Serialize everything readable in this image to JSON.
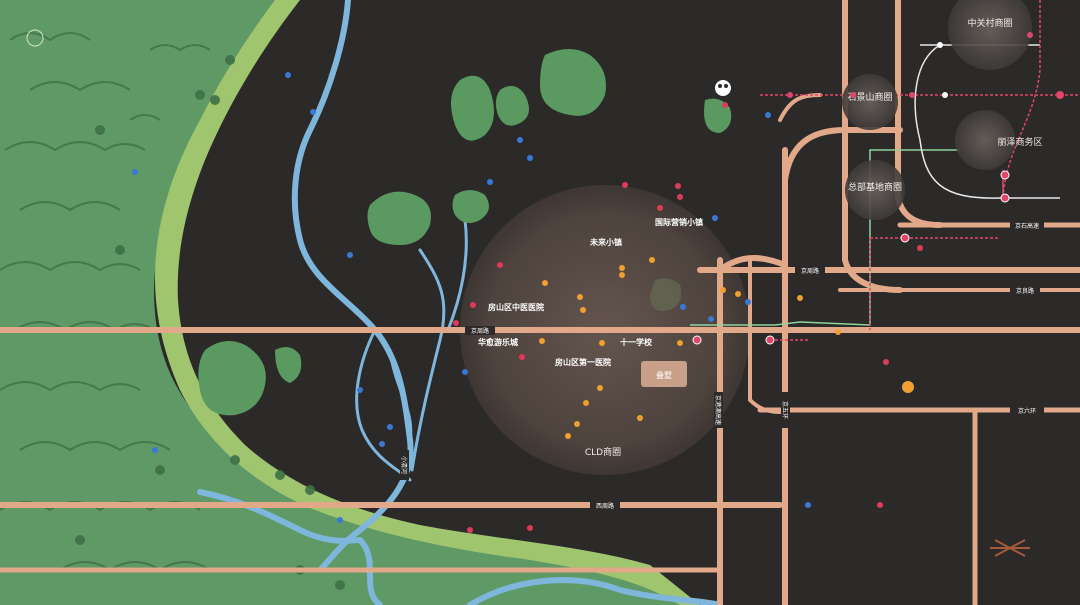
{
  "map": {
    "zone_label": "CLD商圈",
    "project_logo_text": "叠墅",
    "colors": {
      "background": "#2c2a29",
      "mountain": "#5f9966",
      "mountain_light": "#7fb07e",
      "belt": "#9fc56e",
      "river": "#7fb6dc",
      "road": "#e2a88a",
      "park": "#5a9960",
      "subway_red": "#e0466a",
      "subway_green": "#8fd49a",
      "subway_white": "#e8e8e8",
      "poi_orange": "#f0a030",
      "poi_red": "#e03a5a",
      "poi_blue": "#3a78d6"
    },
    "roads": [
      {
        "key": "jingzhou",
        "label": "京周路"
      },
      {
        "key": "xizhou",
        "label": "西周路"
      },
      {
        "key": "jingzhou_road",
        "label": "京周路"
      },
      {
        "key": "zhaochen",
        "label": "京良路"
      },
      {
        "key": "north_road",
        "label": "京石高速"
      },
      {
        "key": "river_name",
        "label": "小清河"
      },
      {
        "key": "g4",
        "label": "京港澳高速"
      },
      {
        "key": "sixth_ring",
        "label": "京六环"
      },
      {
        "key": "fifth_ring",
        "label": "京五环"
      }
    ],
    "business_circles": [
      {
        "key": "zhongguancun",
        "label": "中关村商圈"
      },
      {
        "key": "shijingshan",
        "label": "石景山商圈"
      },
      {
        "key": "lize",
        "label": "丽泽商务区"
      },
      {
        "key": "zongbu",
        "label": "总部基地商圈"
      }
    ],
    "pois_major": [
      {
        "key": "wlxz",
        "label": "未来小镇"
      },
      {
        "key": "gjgdxz",
        "label": "国际营销小镇"
      },
      {
        "key": "fsqzyyy",
        "label": "房山区中医医院"
      },
      {
        "key": "hdyly",
        "label": "华愈游乐城"
      },
      {
        "key": "sydyx",
        "label": "十一学校"
      },
      {
        "key": "fsdyyy",
        "label": "房山区第一医院"
      }
    ]
  }
}
